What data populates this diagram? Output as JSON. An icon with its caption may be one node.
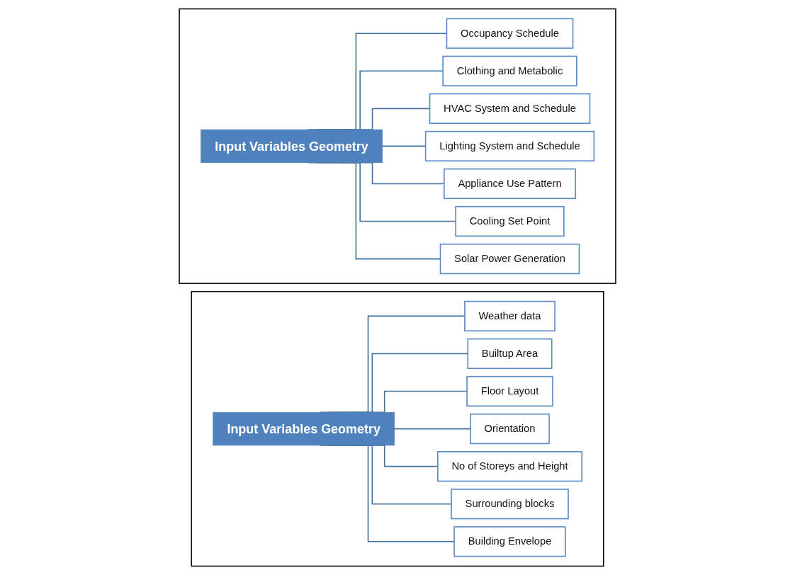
{
  "diagram": {
    "nodes": [
      {
        "text": [],
        "shape": "box"
      },
      {
        "text": [
          "Input Variables Geometry"
        ],
        "in": 0
      },
      {
        "text": [
          "Weather data"
        ],
        "in": 0
      },
      {
        "text": [
          "Builtup Area"
        ],
        "in": 0
      },
      {
        "text": [
          "Floor Layout"
        ],
        "in": 0
      },
      {
        "text": [
          "Orientation"
        ],
        "in": 0
      },
      {
        "text": [
          "No of Storeys and Height"
        ],
        "in": 0
      },
      {
        "text": [
          "Surrounding blocks"
        ],
        "in": 0
      },
      {
        "text": [
          "Building Envelope"
        ],
        "in": 0
      },
      {
        "text": [],
        "shape": "box"
      },
      {
        "text": [
          "Input Variables Geometry"
        ],
        "in": 9
      },
      {
        "text": [
          "Occupancy Schedule"
        ],
        "in": 9
      },
      {
        "text": [
          "Clothing and Metabolic"
        ],
        "in": 9
      },
      {
        "text": [
          "HVAC System and Schedule"
        ],
        "in": 9
      },
      {
        "text": [
          "Lighting System and Schedule"
        ],
        "in": 9
      },
      {
        "text": [
          "Appliance Use Pattern"
        ],
        "in": 9
      },
      {
        "text": [
          "Cooling Set Point"
        ],
        "in": 9
      },
      {
        "text": [
          "Solar Power Generation"
        ],
        "in": 9
      }
    ],
    "edges": [
      {
        "from": 1,
        "to": 2,
        "arrow": "none"
      },
      {
        "from": 1,
        "to": 3,
        "arrow": "none"
      },
      {
        "from": 1,
        "to": 4,
        "arrow": "none"
      },
      {
        "from": 1,
        "to": 5,
        "arrow": "none"
      },
      {
        "from": 1,
        "to": 6,
        "arrow": "none"
      },
      {
        "from": 1,
        "to": 7,
        "arrow": "none"
      },
      {
        "from": 1,
        "to": 8,
        "arrow": "none"
      },
      {
        "from": 10,
        "to": 11,
        "arrow": "none"
      },
      {
        "from": 10,
        "to": 12,
        "arrow": "none"
      },
      {
        "from": 10,
        "to": 13,
        "arrow": "none"
      },
      {
        "from": 10,
        "to": 14,
        "arrow": "none"
      },
      {
        "from": 10,
        "to": 15,
        "arrow": "none"
      },
      {
        "from": 10,
        "to": 16,
        "arrow": "none"
      },
      {
        "from": 10,
        "to": 17,
        "arrow": "none"
      }
    ]
  }
}
